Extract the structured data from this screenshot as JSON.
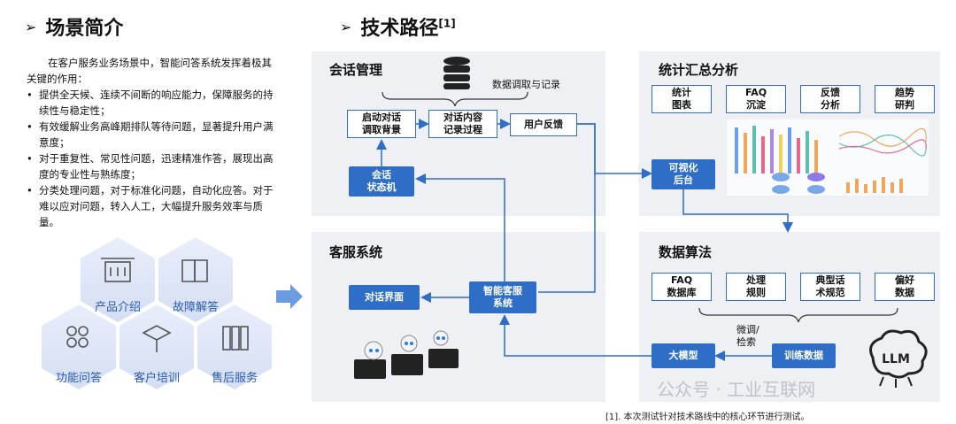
{
  "left": {
    "heading": "场景简介",
    "intro": "在客户服务业务场景中，智能问答系统发挥着极其关键的作用：",
    "bullets": [
      "提供全天候、连续不间断的响应能力，保障服务的持续性与稳定性；",
      "有效缓解业务高峰期排队等待问题，显著提升用户满意度；",
      "对于重复性、常见性问题，迅速精准作答，展现出高度的专业性与熟练度；",
      "分类处理问题，对于标准化问题，自动化应答。对于难以应对问题，转入人工，大幅提升服务效率与质量。"
    ],
    "hexagons": [
      "产品介绍",
      "故障解答",
      "功能问答",
      "客户培训",
      "售后服务"
    ]
  },
  "right": {
    "heading": "技术路径",
    "heading_sup": "[1]",
    "session_panel": {
      "title": "会话管理",
      "db_label": "数据调取与记录",
      "boxes": [
        "启动对话\n调取背景",
        "对话内容\n记录过程",
        "用户反馈"
      ],
      "state_machine": "会话\n状态机"
    },
    "stats_panel": {
      "title": "统计汇总分析",
      "boxes": [
        "统计\n图表",
        "FAQ\n沉淀",
        "反馈\n分析",
        "趋势\n研判"
      ],
      "backend": "可视化\n后台"
    },
    "service_panel": {
      "title": "客服系统",
      "dialog": "对话界面",
      "smart": "智能客服\n系统"
    },
    "algo_panel": {
      "title": "数据算法",
      "boxes": [
        "FAQ\n数据库",
        "处理\n规则",
        "典型话\n术规范",
        "偏好\n数据"
      ],
      "finetune": "微调/\n检索",
      "model": "大模型",
      "train": "训练数据",
      "llm": "LLM"
    },
    "footnote": "[1]. 本次测试针对技术路线中的核心环节进行测试。",
    "watermark": "公众号 · 工业互联网"
  }
}
